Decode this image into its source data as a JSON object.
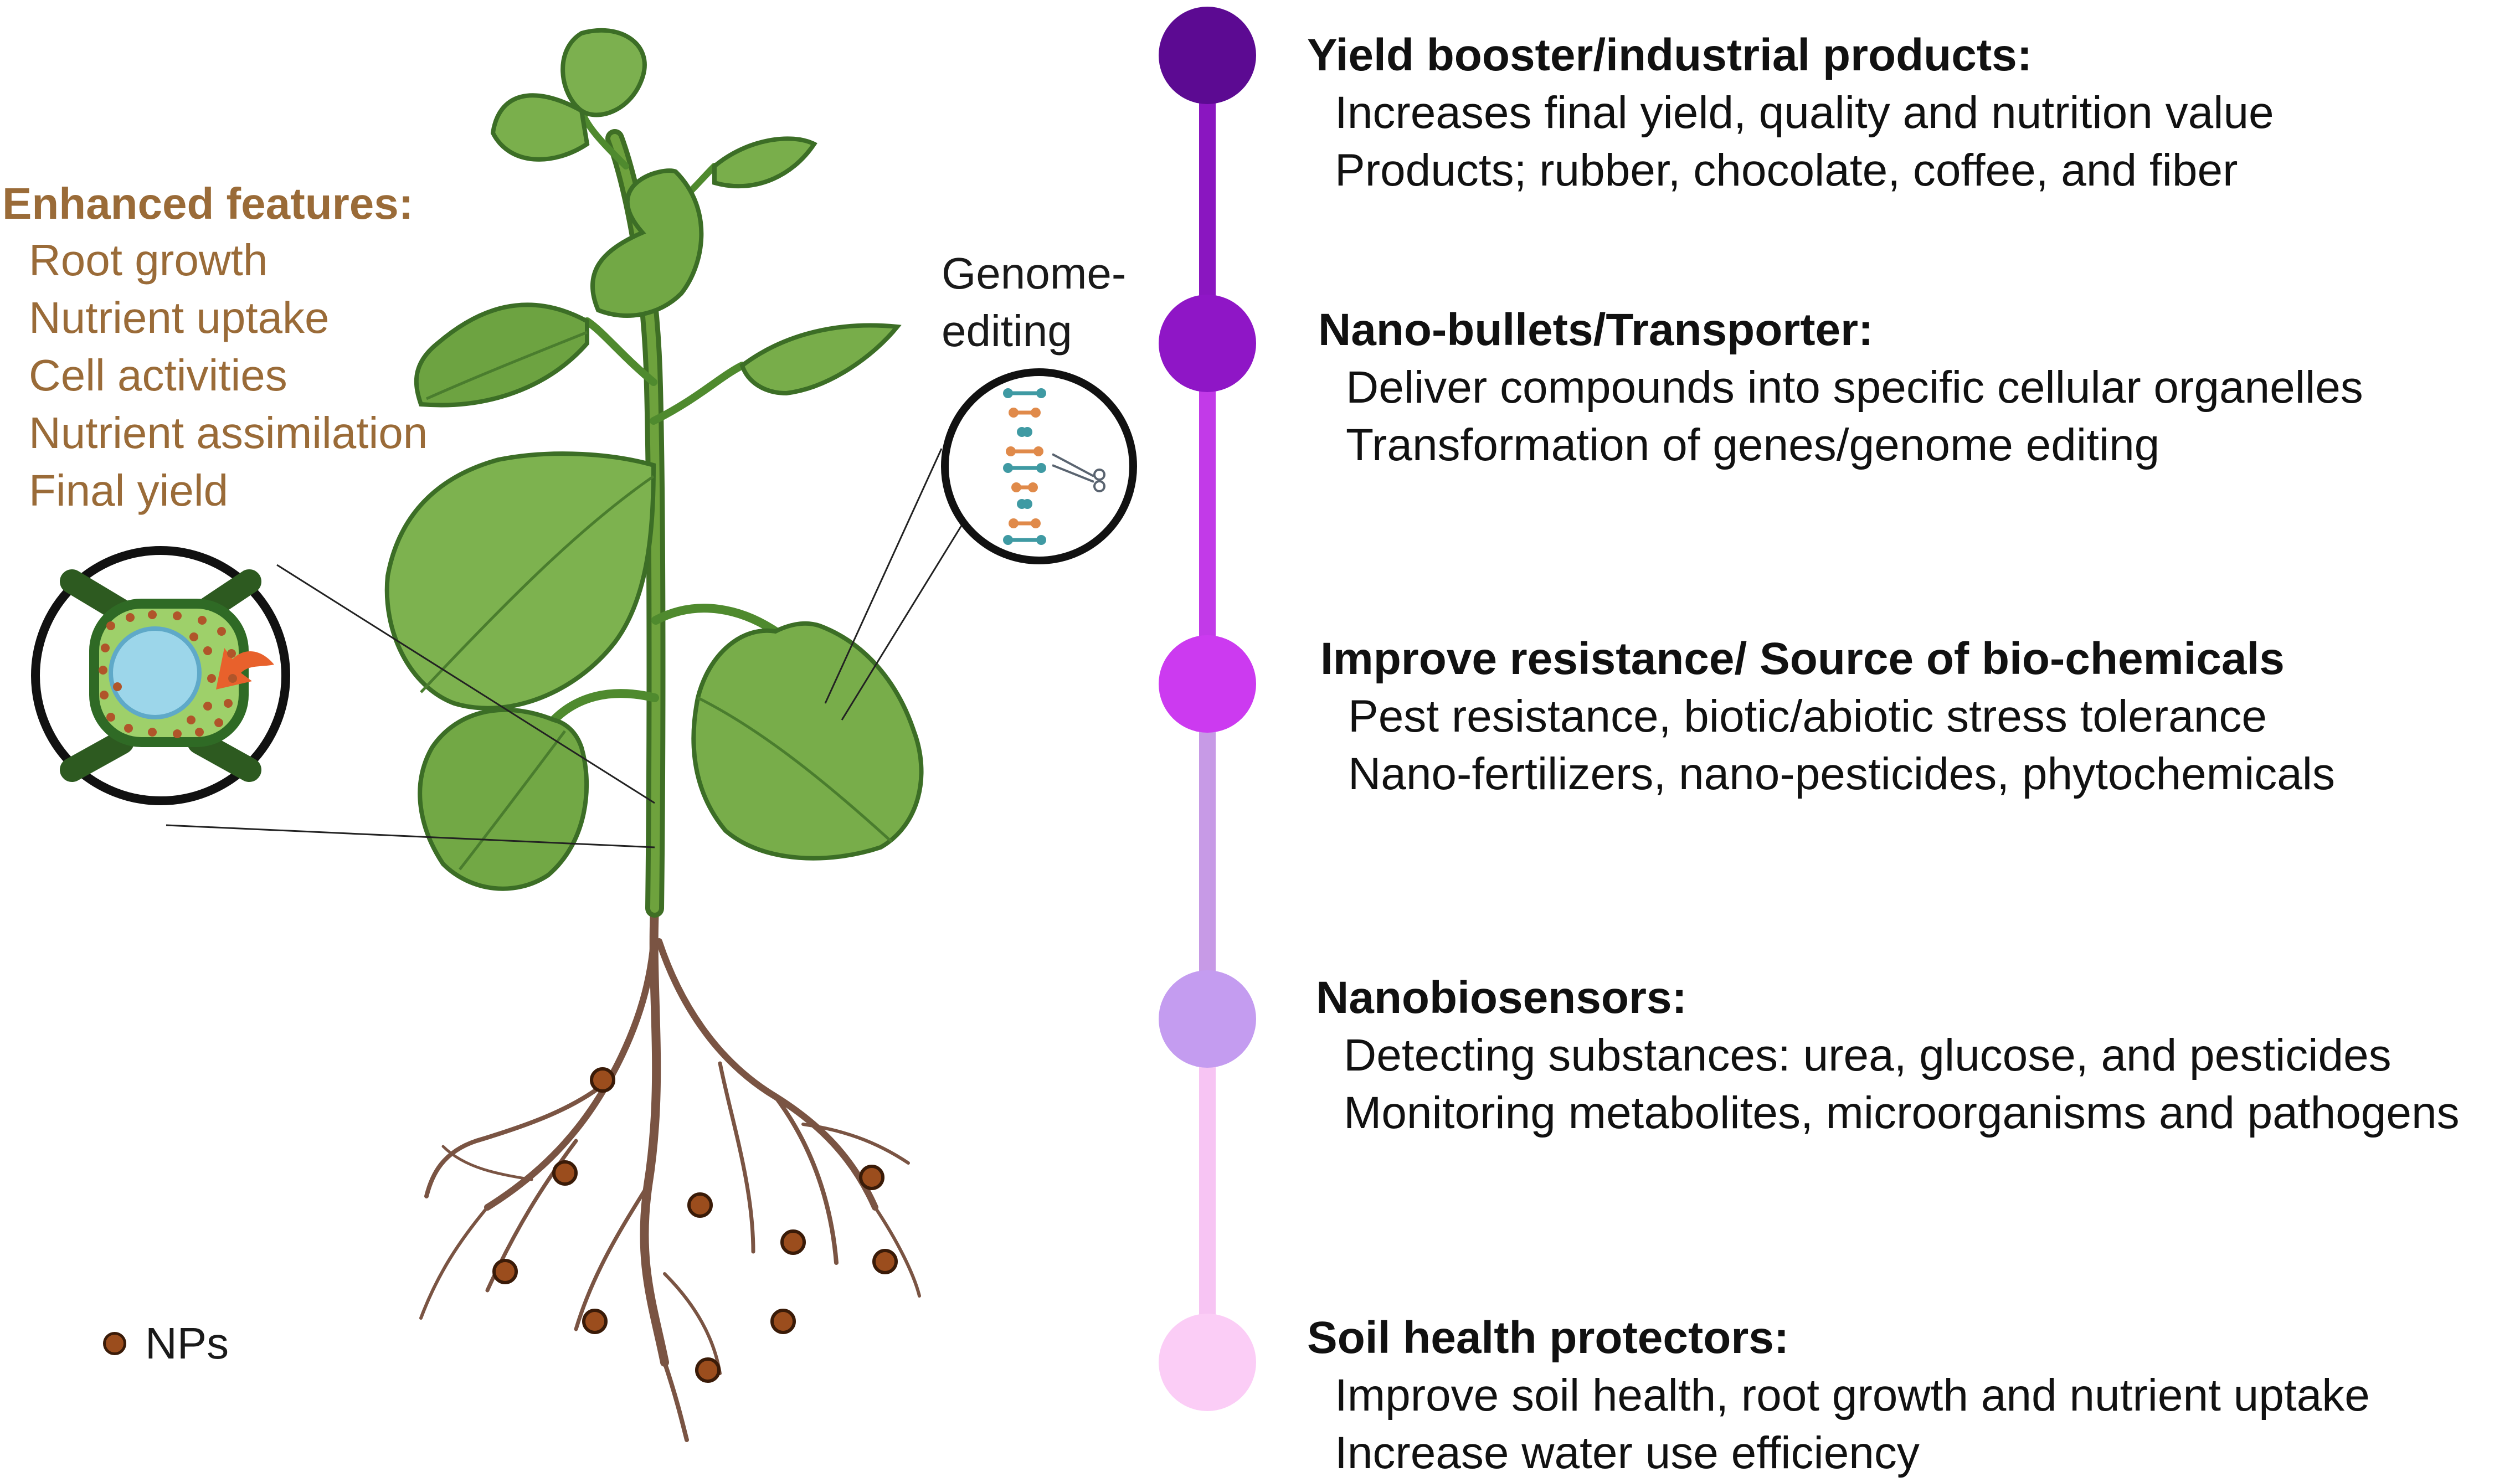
{
  "enhanced_features": {
    "title": "Enhanced features:",
    "items": [
      "Root growth",
      "Nutrient uptake",
      "Cell activities",
      "Nutrient assimilation",
      "Final yield"
    ]
  },
  "genome_editing_label": "Genome-\nediting",
  "legend": {
    "label": "NPs",
    "color": "#9b4d1d"
  },
  "roles": [
    {
      "title": "Yield booster/industrial products:",
      "lines": [
        "Increases final yield, quality and nutrition value",
        "Products; rubber, chocolate, coffee, and fiber"
      ],
      "color": "#5c0a92"
    },
    {
      "title": "Nano-bullets/Transporter:",
      "lines": [
        "Deliver compounds into specific cellular organelles",
        "Transformation of genes/genome editing"
      ],
      "color": "#8f16c6"
    },
    {
      "title": "Improve resistance/ Source of bio-chemicals",
      "lines": [
        "Pest resistance, biotic/abiotic stress tolerance",
        "Nano-fertilizers, nano-pesticides, phytochemicals"
      ],
      "color": "#cc3af0"
    },
    {
      "title": "Nanobiosensors:",
      "lines": [
        "Detecting substances: urea, glucose, and pesticides",
        "Monitoring metabolites, microorganisms and pathogens"
      ],
      "color": "#c49cf0"
    },
    {
      "title": "Soil health protectors:",
      "lines": [
        "Improve soil health, root growth and nutrient uptake",
        "Increase water use efficiency"
      ],
      "color": "#fbcdf6"
    }
  ]
}
